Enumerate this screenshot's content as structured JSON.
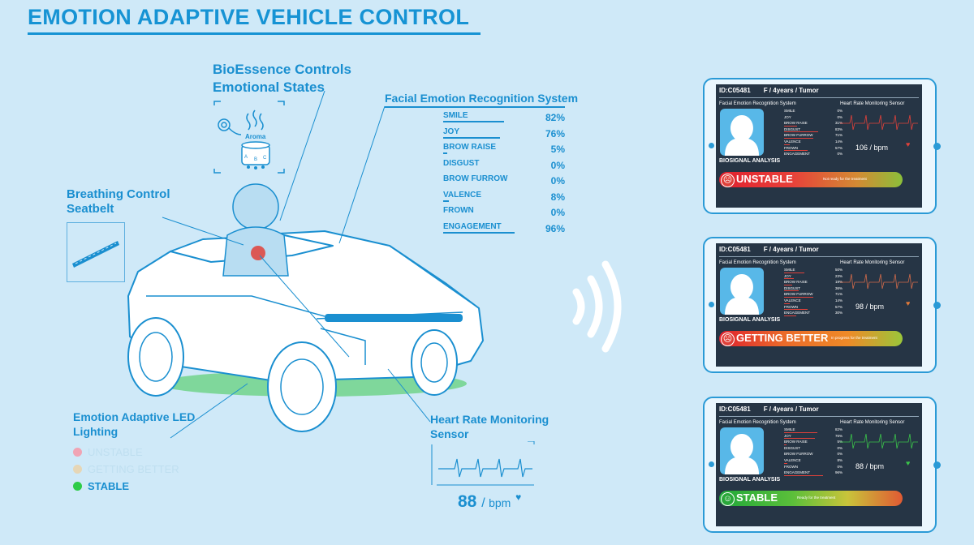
{
  "title": "EMOTION ADAPTIVE VEHICLE CONTROL",
  "bioessence": {
    "line1": "BioEssence Controls",
    "line2": "Emotional States",
    "aroma": "Aroma",
    "ports": [
      "A",
      "B",
      "C"
    ]
  },
  "breathing": {
    "line1": "Breathing Control",
    "line2": "Seatbelt"
  },
  "led": {
    "line1": "Emotion Adaptive LED",
    "line2": "Lighting",
    "states": [
      {
        "label": "UNSTABLE",
        "color": "#f0a4b4",
        "active": false
      },
      {
        "label": "GETTING BETTER",
        "color": "#e6d6b6",
        "active": false
      },
      {
        "label": "STABLE",
        "color": "#2ecc48",
        "active": true
      }
    ]
  },
  "heart_sensor": {
    "line1": "Heart Rate Monitoring",
    "line2": "Sensor",
    "value": "88",
    "unit": "bpm"
  },
  "fer": {
    "title": "Facial Emotion Recognition System",
    "emotions": [
      {
        "name": "SMILE",
        "value": 82,
        "display": "82%"
      },
      {
        "name": "JOY",
        "value": 76,
        "display": "76%"
      },
      {
        "name": "BROW RAISE",
        "value": 5,
        "display": "5%"
      },
      {
        "name": "DISGUST",
        "value": 0,
        "display": "0%"
      },
      {
        "name": "BROW FURROW",
        "value": 0,
        "display": "0%"
      },
      {
        "name": "VALENCE",
        "value": 8,
        "display": "8%"
      },
      {
        "name": "FROWN",
        "value": 0,
        "display": "0%"
      },
      {
        "name": "ENGAGEMENT",
        "value": 96,
        "display": "96%"
      }
    ]
  },
  "tablets": [
    {
      "id": "ID:C05481",
      "info": "F / 4years / Tumor",
      "fer_label": "Facial Emotion Recognition System",
      "hr_label": "Heart Rate Monitoring Sensor",
      "rows": [
        {
          "name": "SMILE",
          "value": "0%",
          "level": 0
        },
        {
          "name": "JOY",
          "value": "0%",
          "level": 0
        },
        {
          "name": "BROW RAISE",
          "value": "31%",
          "level": 31
        },
        {
          "name": "DISGUST",
          "value": "83%",
          "level": 83
        },
        {
          "name": "BROW FURROW",
          "value": "71%",
          "level": 71
        },
        {
          "name": "VALENCE",
          "value": "14%",
          "level": 14
        },
        {
          "name": "FROWN",
          "value": "57%",
          "level": 57
        },
        {
          "name": "ENGAGEMENT",
          "value": "0%",
          "level": 0
        }
      ],
      "bpm": "106",
      "bpm_unit": "bpm",
      "heart_color": "#e0413a",
      "wave_color": "#e0413a",
      "analysis": "BIOSIGNAL ANALYSIS",
      "status": "UNSTABLE",
      "icon": "☹",
      "icon_bg": "#e0413a",
      "note": "Not ready for the treatment",
      "gradient": "linear-gradient(90deg,#e0212e 0%,#e8413a 40%,#d48a33 75%,#8bbf3a 100%)"
    },
    {
      "id": "ID:C05481",
      "info": "F / 4years / Tumor",
      "fer_label": "Facial Emotion Recognition System",
      "hr_label": "Heart Rate Monitoring Sensor",
      "rows": [
        {
          "name": "SMILE",
          "value": "50%",
          "level": 50
        },
        {
          "name": "JOY",
          "value": "23%",
          "level": 23
        },
        {
          "name": "BROW RAISE",
          "value": "19%",
          "level": 19
        },
        {
          "name": "DISGUST",
          "value": "36%",
          "level": 36
        },
        {
          "name": "BROW FURROW",
          "value": "71%",
          "level": 71
        },
        {
          "name": "VALENCE",
          "value": "14%",
          "level": 14
        },
        {
          "name": "FROWN",
          "value": "57%",
          "level": 57
        },
        {
          "name": "ENGAGEMENT",
          "value": "30%",
          "level": 30
        }
      ],
      "bpm": "98",
      "bpm_unit": "bpm",
      "heart_color": "#e07a3a",
      "wave_color": "#d06a4a",
      "analysis": "BIOSIGNAL ANALYSIS",
      "status": "GETTING BETTER",
      "icon": "☹",
      "icon_bg": "#e0413a",
      "note": "In progress for the treatment",
      "gradient": "linear-gradient(90deg,#e0212e 0%,#ea6a2a 35%,#ef8a28 70%,#9bc63a 100%)"
    },
    {
      "id": "ID:C05481",
      "info": "F / 4years / Tumor",
      "fer_label": "Facial Emotion Recognition System",
      "hr_label": "Heart Rate Monitoring Sensor",
      "rows": [
        {
          "name": "SMILE",
          "value": "82%",
          "level": 82
        },
        {
          "name": "JOY",
          "value": "76%",
          "level": 76
        },
        {
          "name": "BROW RAISE",
          "value": "5%",
          "level": 5
        },
        {
          "name": "DISGUST",
          "value": "0%",
          "level": 0
        },
        {
          "name": "BROW FURROW",
          "value": "0%",
          "level": 0
        },
        {
          "name": "VALENCE",
          "value": "8%",
          "level": 8
        },
        {
          "name": "FROWN",
          "value": "0%",
          "level": 0
        },
        {
          "name": "ENGAGEMENT",
          "value": "96%",
          "level": 96
        }
      ],
      "bpm": "88",
      "bpm_unit": "bpm",
      "heart_color": "#3ac24a",
      "wave_color": "#3ac24a",
      "analysis": "BIOSIGNAL ANALYSIS",
      "status": "STABLE",
      "icon": "☺",
      "icon_bg": "#2aa83a",
      "note": "Ready for the treatment",
      "gradient": "linear-gradient(90deg,#20a83a 0%,#5bbf3a 40%,#c9c43a 70%,#e05a33 100%)"
    }
  ]
}
